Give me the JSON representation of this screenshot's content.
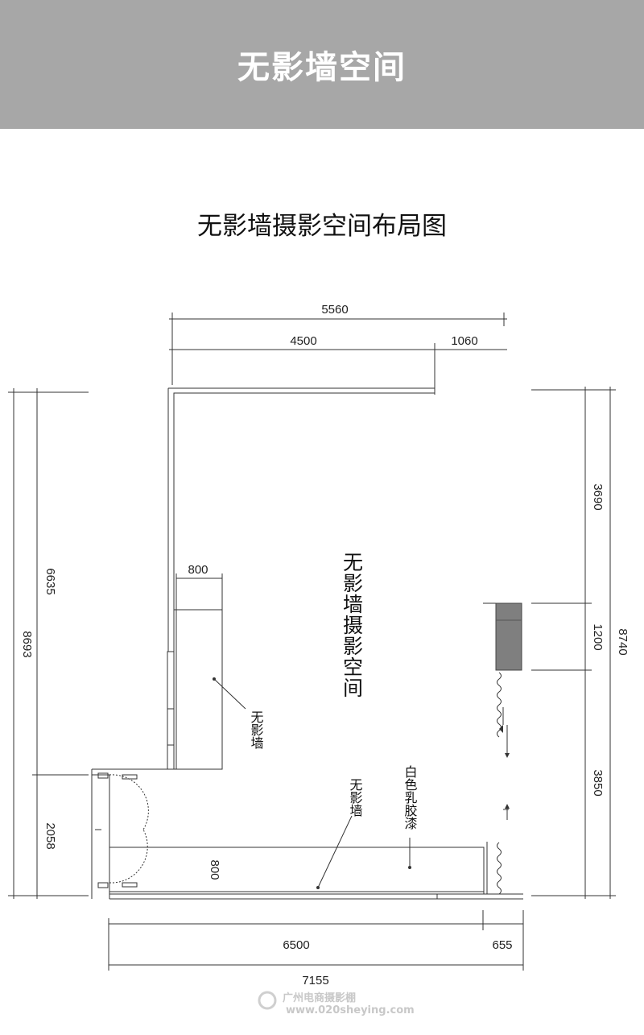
{
  "header": {
    "title": "无影墙空间"
  },
  "plan": {
    "title": "无影墙摄影空间布局图",
    "room_label": "无影墙摄影空间",
    "labels": {
      "cyc_wall_left": "无影墙",
      "cyc_wall_bottom": "无影墙",
      "white_paint": "白色乳胶漆"
    },
    "dimensions": {
      "top_total": "5560",
      "top_left": "4500",
      "top_right": "1060",
      "left_upper": "6635",
      "left_total": "8693",
      "left_lower": "2058",
      "right_upper": "3690",
      "right_middle": "1200",
      "right_total": "8740",
      "right_lower": "3850",
      "wall_depth_left": "800",
      "wall_depth_bottom": "800",
      "bottom_left": "6500",
      "bottom_right": "655",
      "bottom_total": "7155"
    }
  },
  "watermark": {
    "text": "广州电商摄影棚",
    "url": "www.020sheying.com"
  },
  "colors": {
    "header_bg": "#a7a7a7",
    "line": "#333333",
    "fixture": "#7f7f7f"
  }
}
